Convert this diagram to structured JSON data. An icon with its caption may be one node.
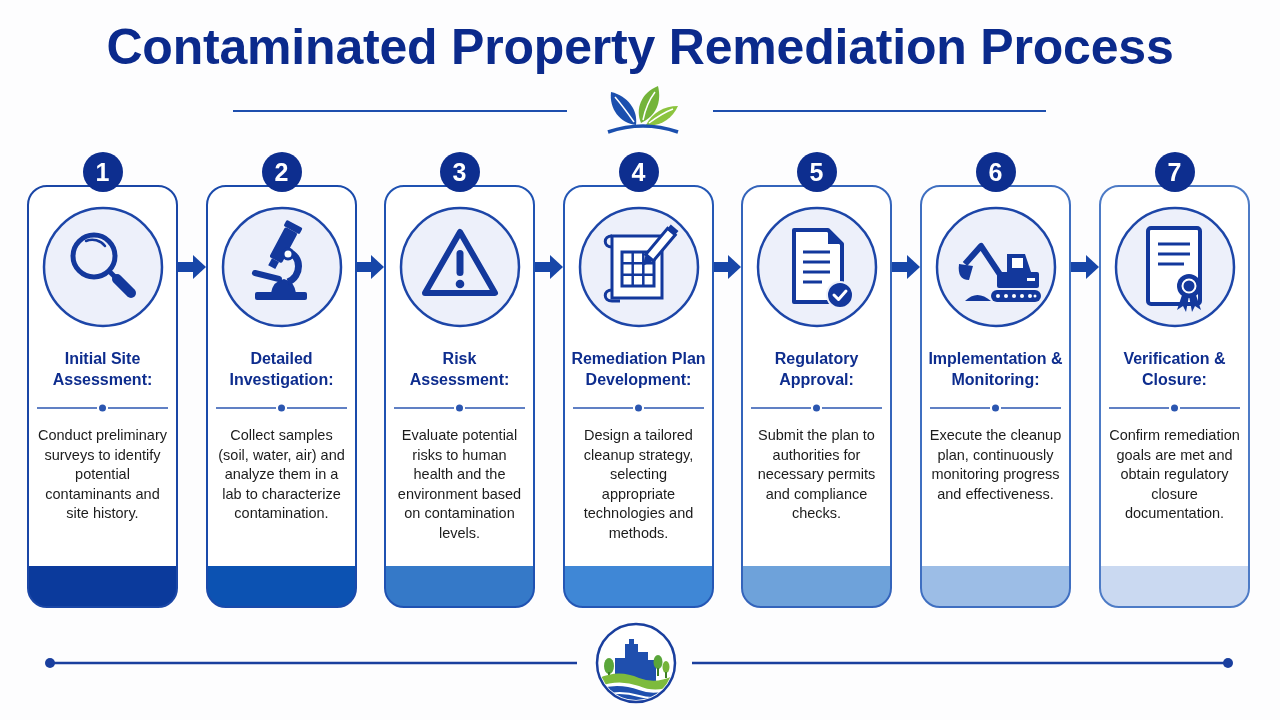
{
  "diagram": {
    "title": "Contaminated Property Remediation Process",
    "nodes": [
      {
        "text": [
          "1"
        ]
      },
      {
        "text": [
          "Initial Site Assessment:",
          "Conduct preliminary surveys to identify potential contaminants and site history."
        ]
      },
      {
        "text": [
          "2"
        ]
      },
      {
        "text": [
          "Detailed Investigation:",
          "Collect samples (soil, water, air) and analyze them in a lab to characterize contamination."
        ]
      },
      {
        "text": [
          "3"
        ]
      },
      {
        "text": [
          "Risk Assessment:",
          "Evaluate potential risks to human health and the environment based on contamination levels."
        ]
      },
      {
        "text": [
          "4"
        ]
      },
      {
        "text": [
          "Remediation Plan Development:",
          "Design a tailored cleanup strategy, selecting appropriate technologies and methods."
        ]
      },
      {
        "text": [
          "5"
        ]
      },
      {
        "text": [
          "Regulatory Approval:",
          "Submit the plan to authorities for necessary permits and compliance checks."
        ]
      },
      {
        "text": [
          "6"
        ]
      },
      {
        "text": [
          "Implementation & Monitoring:",
          "Execute the cleanup plan, continuously monitoring progress and effectiveness."
        ]
      },
      {
        "text": [
          "7"
        ]
      },
      {
        "text": [
          "Verification & Closure:",
          "Confirm remediation goals are met and obtain regulatory closure documentation."
        ]
      }
    ],
    "edges": [
      {
        "from": 1,
        "to": 3,
        "arrow": "to"
      },
      {
        "from": 3,
        "to": 5,
        "arrow": "to"
      },
      {
        "from": 5,
        "to": 7,
        "arrow": "to"
      },
      {
        "from": 7,
        "to": 9,
        "arrow": "to"
      },
      {
        "from": 9,
        "to": 11,
        "arrow": "to"
      },
      {
        "from": 11,
        "to": 13,
        "arrow": "to"
      }
    ]
  }
}
